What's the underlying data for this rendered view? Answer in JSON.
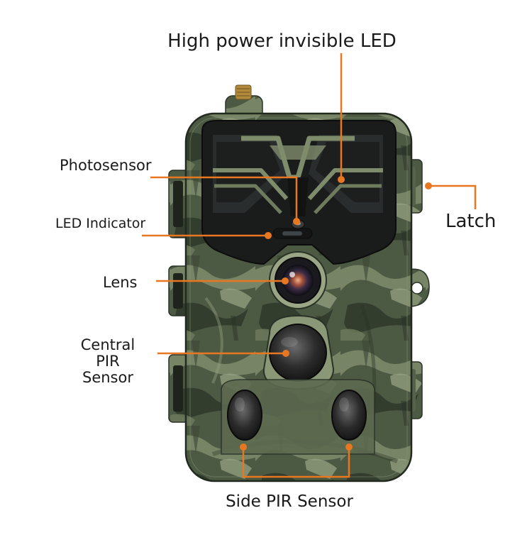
{
  "labels": {
    "high_power_led": "High power invisible LED",
    "photosensor": "Photosensor",
    "led_indicator": "LED Indicator",
    "lens": "Lens",
    "central_pir": [
      "Central",
      "PIR",
      "Sensor"
    ],
    "latch": "Latch",
    "side_pir": "Side PIR Sensor"
  },
  "colors": {
    "callout": "#e87722",
    "camo_base": "#4d5a43",
    "camo_light": "#8b9878",
    "camo_dark": "#2a3226",
    "panel": "#1a1c1c"
  }
}
